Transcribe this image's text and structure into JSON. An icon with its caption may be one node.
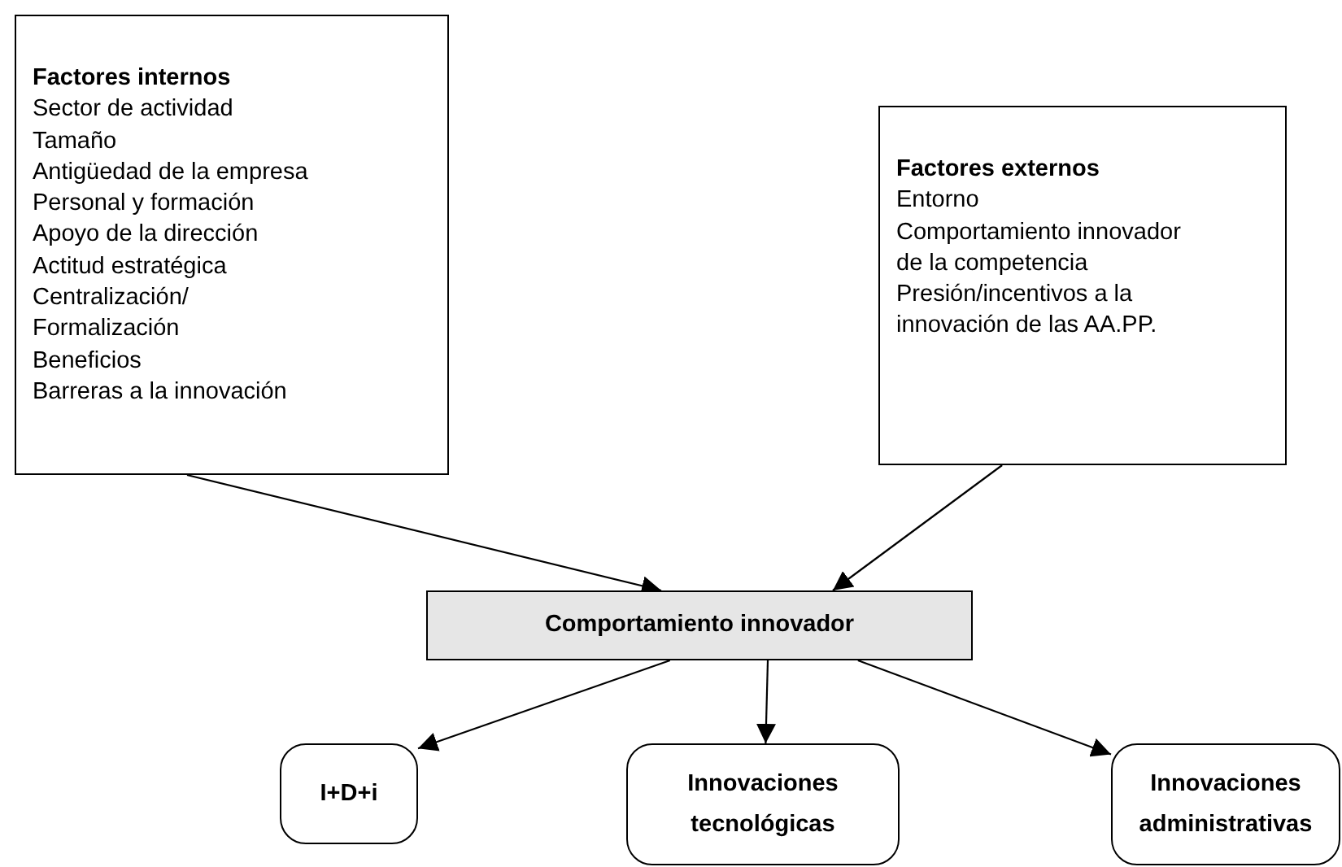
{
  "diagram": {
    "nodes": [
      {
        "text": [
          "Factores internos",
          "Sector de actividad",
          "Tamaño",
          "Antigüedad de la empresa",
          "Personal y formación",
          "Apoyo de la dirección",
          "Actitud estratégica",
          "Centralización/",
          "Formalización",
          "Beneficios",
          "Barreras a la innovación"
        ]
      },
      {
        "text": [
          "Factores externos",
          "Entorno",
          "Comportamiento innovador de la competencia",
          "Presión/incentivos a la innovación de las AA.PP."
        ]
      },
      {
        "text": [
          "Comportamiento innovador"
        ]
      },
      {
        "text": [
          "I+D+i"
        ]
      },
      {
        "text": [
          "Innovaciones tecnológicas"
        ]
      },
      {
        "text": [
          "Innovaciones administrativas"
        ]
      }
    ],
    "edges": [
      {
        "from": 0,
        "to": 2,
        "arrow": "to"
      },
      {
        "from": 1,
        "to": 2,
        "arrow": "to"
      },
      {
        "from": 2,
        "to": 3,
        "arrow": "to"
      },
      {
        "from": 2,
        "to": 4,
        "arrow": "to"
      },
      {
        "from": 2,
        "to": 5,
        "arrow": "to"
      }
    ]
  }
}
